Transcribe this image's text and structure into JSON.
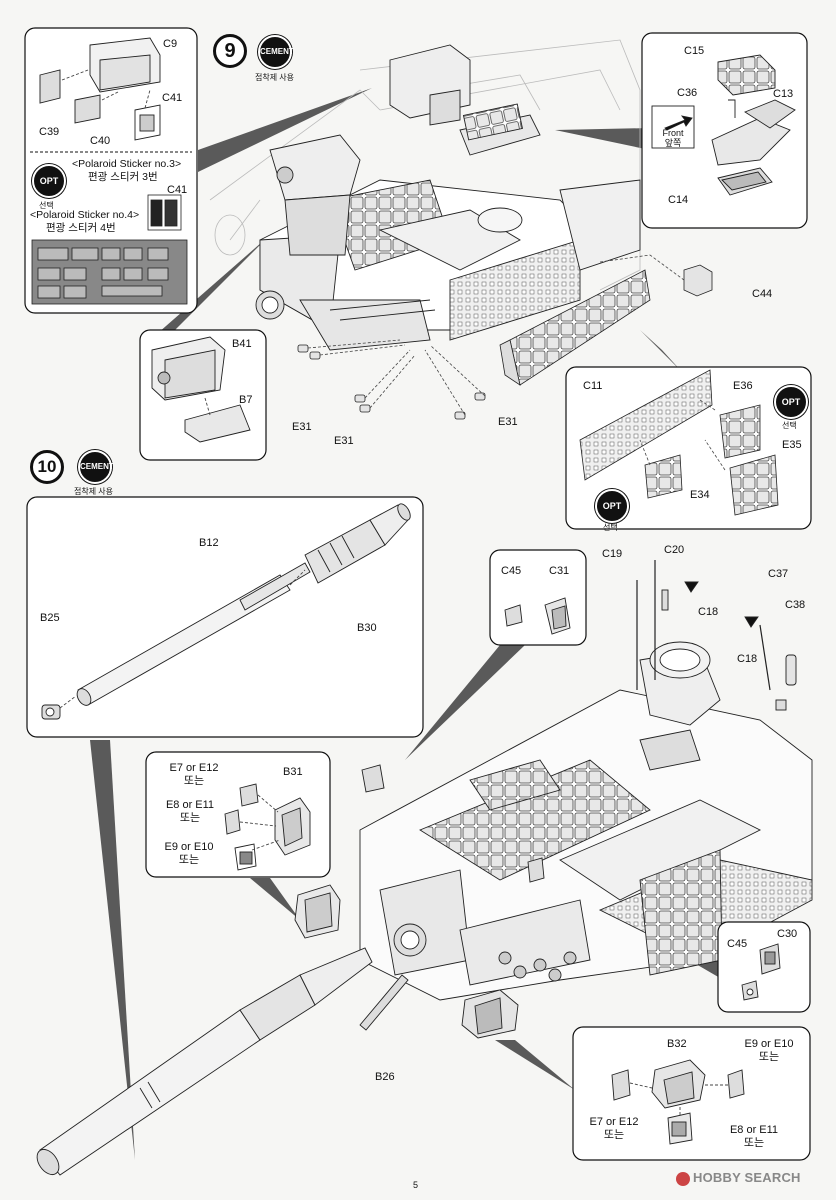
{
  "step9": {
    "number": "9",
    "cement_badge": "CEMENT",
    "cement_note": "접착제 사용"
  },
  "step10": {
    "number": "10",
    "cement_badge": "CEMENT",
    "cement_note": "접착제 사용"
  },
  "box_hatch": {
    "parts": [
      "C9",
      "C39",
      "C40",
      "C41"
    ],
    "sticker3": "<Polaroid Sticker no.3>",
    "sticker3_ko": "편광 스티커 3번",
    "sticker4": "<Polaroid Sticker no.4>",
    "sticker4_ko": "편광 스티커 4번",
    "opt_badge": "OPT",
    "opt_note": "선택",
    "sticker_part": "C41"
  },
  "box_rack": {
    "parts": [
      "C15",
      "C36",
      "C13",
      "C14"
    ],
    "front_en": "Front",
    "front_ko": "앞쪽"
  },
  "part_c44": "C44",
  "box_b41": {
    "parts": [
      "B41",
      "B7"
    ]
  },
  "e31_labels": [
    "E31",
    "E31",
    "E31"
  ],
  "box_armor": {
    "parts": [
      "C11",
      "E36",
      "E35",
      "E34"
    ],
    "opt_badge": "OPT",
    "opt_note": "선택"
  },
  "box_barrel": {
    "parts": [
      "B12",
      "B25",
      "B30"
    ]
  },
  "box_c45c31": {
    "parts": [
      "C45",
      "C31"
    ]
  },
  "antenna_parts": [
    "C19",
    "C20",
    "C18",
    "C37",
    "C38",
    "C18"
  ],
  "box_b31": {
    "part": "B31",
    "opt1": "E7 or E12",
    "opt1_ko": "또는",
    "opt2": "E8 or E11",
    "opt2_ko": "또는",
    "opt3": "E9 or E10",
    "opt3_ko": "또는"
  },
  "box_c45c30": {
    "parts": [
      "C45",
      "C30"
    ]
  },
  "part_b26": "B26",
  "box_b32": {
    "part": "B32",
    "opt1": "E9 or E10",
    "opt1_ko": "또는",
    "opt2": "E7 or E12",
    "opt2_ko": "또는",
    "opt3": "E8 or E11",
    "opt3_ko": "또는"
  },
  "page_number": "5",
  "watermark": "HOBBY SEARCH"
}
